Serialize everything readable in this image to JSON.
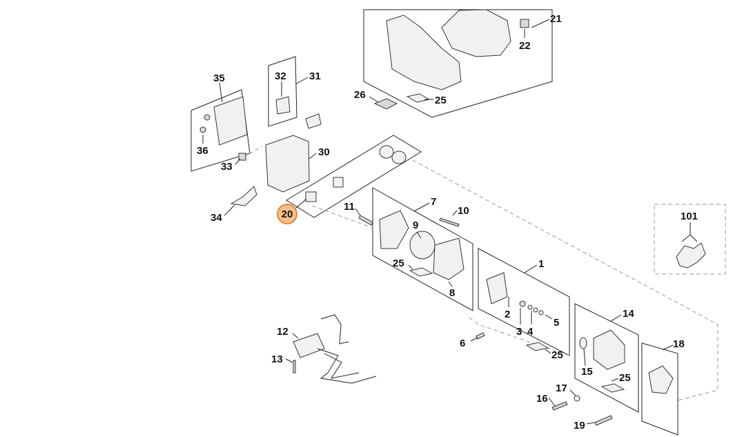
{
  "diagram": {
    "highlight_color": "#f6c08e",
    "highlighted_label": "20",
    "labels": [
      "21",
      "22",
      "25",
      "26",
      "35",
      "32",
      "31",
      "36",
      "33",
      "30",
      "34",
      "11",
      "7",
      "10",
      "9",
      "25",
      "8",
      "1",
      "2",
      "3",
      "4",
      "5",
      "6",
      "25",
      "12",
      "13",
      "14",
      "15",
      "25",
      "18",
      "16",
      "17",
      "19",
      "101"
    ]
  }
}
